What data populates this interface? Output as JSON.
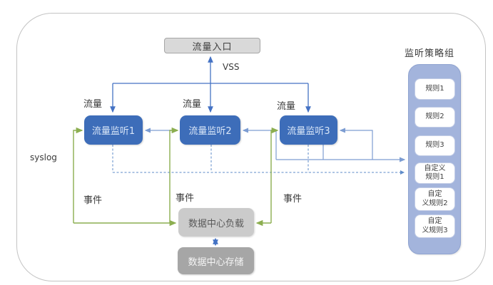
{
  "diagram": {
    "entry_label": "流量入口",
    "vss_label": "VSS",
    "traffic_labels": [
      "流量",
      "流量",
      "流量"
    ],
    "monitors": [
      "流量监听1",
      "流量监听2",
      "流量监听3"
    ],
    "syslog_label": "syslog",
    "event_labels": [
      "事件",
      "事件",
      "事件"
    ],
    "load_label": "数据中心负载",
    "storage_label": "数据中心存储",
    "policy_group": {
      "title": "监听策略组",
      "rules": [
        "规则1",
        "规则2",
        "规则3",
        "自定义\n规则1",
        "自定\n义规则2",
        "自定\n义规则3"
      ]
    },
    "colors": {
      "monitor_fill": "#3d6db9",
      "entry_fill": "#d9d9d9",
      "load_fill": "#cbcbcb",
      "storage_fill": "#a6a6a6",
      "policy_container_fill": "#a3b4dc",
      "connector_blue": "#4472c4",
      "connector_light_blue": "#7d9dd2",
      "connector_green": "#8cae50",
      "dashed_blue": "#5e8bc9"
    }
  }
}
